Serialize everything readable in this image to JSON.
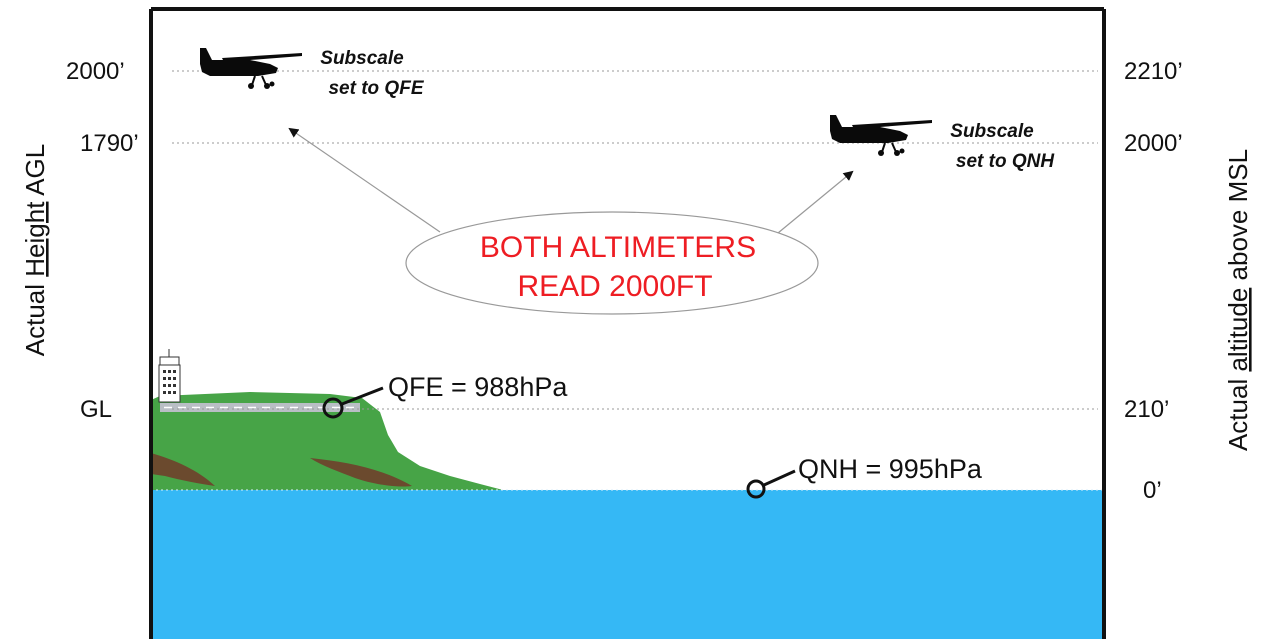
{
  "left_axis": {
    "title_prefix": "Actual ",
    "title_underlined": "Height",
    "title_suffix": " AGL",
    "ticks": [
      "2000’",
      "1790’",
      "GL"
    ]
  },
  "right_axis": {
    "title_prefix": "Actual ",
    "title_underlined": "altitude",
    "title_suffix": " above MSL",
    "ticks": [
      "2210’",
      "2000’",
      "210’",
      "0’"
    ]
  },
  "aircraft": [
    {
      "note_line1": "Subscale",
      "note_line2": "set to QFE"
    },
    {
      "note_line1": "Subscale",
      "note_line2": "set to QNH"
    }
  ],
  "callout": {
    "line1": "BOTH ALTIMETERS",
    "line2": "READ 2000FT"
  },
  "pressures": {
    "qfe": "QFE = 988hPa",
    "qnh": "QNH = 995hPa"
  },
  "colors": {
    "sea": "#35b8f5",
    "land": "#47a447",
    "land_streak": "#6b4a2e",
    "callout_text": "#ee1d23",
    "frame": "#111111",
    "reference_line": "#999999"
  },
  "icons": [
    "aircraft-silhouette-icon",
    "control-tower-icon",
    "runway-icon"
  ]
}
